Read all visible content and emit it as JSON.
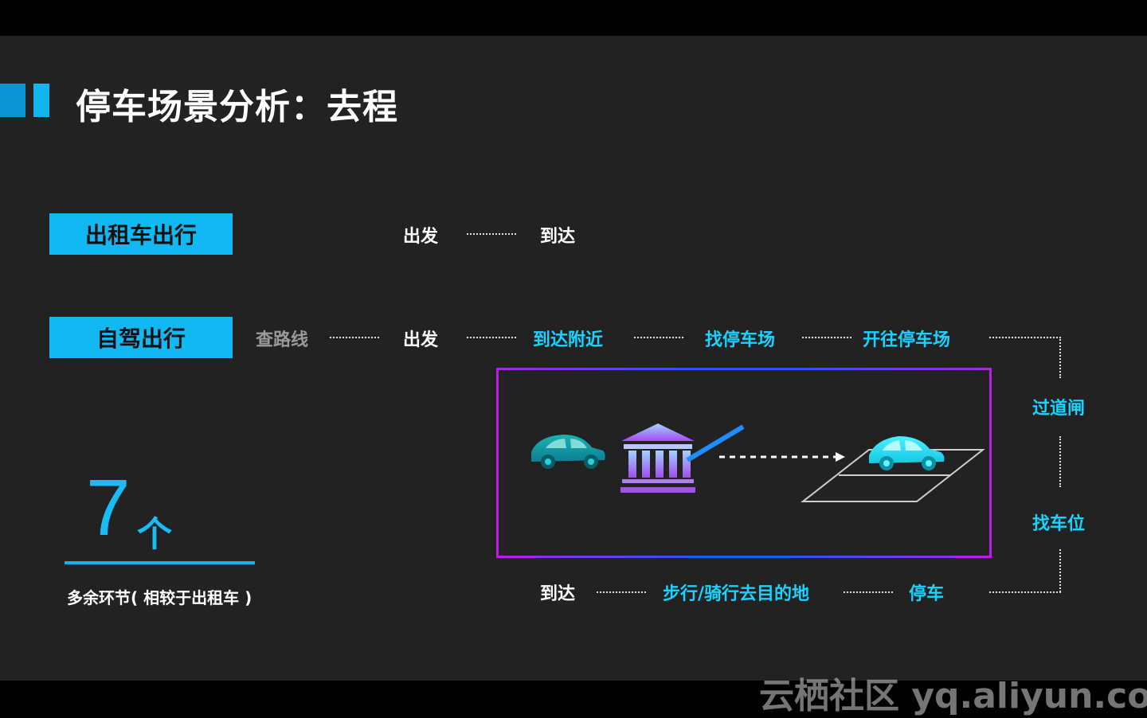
{
  "title": "停车场景分析：去程",
  "colors": {
    "accent": "#12b8f2",
    "cyan": "#18d3ff",
    "frame": "#b81ee8",
    "background": "#222223"
  },
  "taxi": {
    "label": "出租车出行",
    "steps": [
      "出发",
      "到达"
    ]
  },
  "selfdrive": {
    "label": "自驾出行",
    "row1": [
      "查路线",
      "出发",
      "到达附近",
      "找停车场",
      "开往停车场"
    ],
    "side": [
      "过道闸",
      "找车位"
    ],
    "row3": [
      "到达",
      "步行/骑行去目的地",
      "停车"
    ]
  },
  "stat": {
    "value": "7",
    "unit": "个",
    "note": "多余环节( 相较于出租车 )"
  },
  "illustration": {
    "icons": [
      "car-icon",
      "gate-building-icon",
      "barrier-arm-icon",
      "arrow-icon",
      "parking-space-icon",
      "parked-car-icon"
    ]
  },
  "watermark": "云栖社区 yq.aliyun.com"
}
